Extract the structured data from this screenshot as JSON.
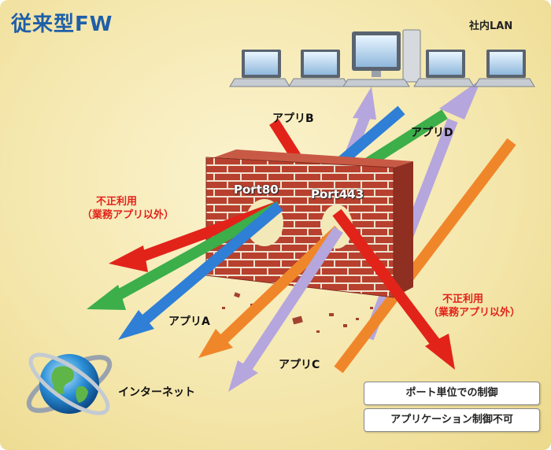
{
  "title": "従来型FW",
  "lan_label": "社内LAN",
  "ports": {
    "port80": "Port80",
    "port443": "Port443"
  },
  "apps": {
    "app_a": "アプリA",
    "app_b": "アプリB",
    "app_c": "アプリC",
    "app_d": "アプリD"
  },
  "misuse": {
    "left_line1": "不正利用",
    "left_line2": "（業務アプリ以外）",
    "right_line1": "不正利用",
    "right_line2": "（業務アプリ以外）"
  },
  "internet_label": "インターネット",
  "notes": [
    "ポート単位での制御",
    "アプリケーション制御不可"
  ],
  "colors": {
    "title": "#1f5fa8",
    "red": "#e2231a",
    "green": "#3cae4a",
    "blue": "#2f7fd6",
    "lavender": "#b5a6de",
    "orange": "#f0862a",
    "brick": "#b8402e"
  }
}
